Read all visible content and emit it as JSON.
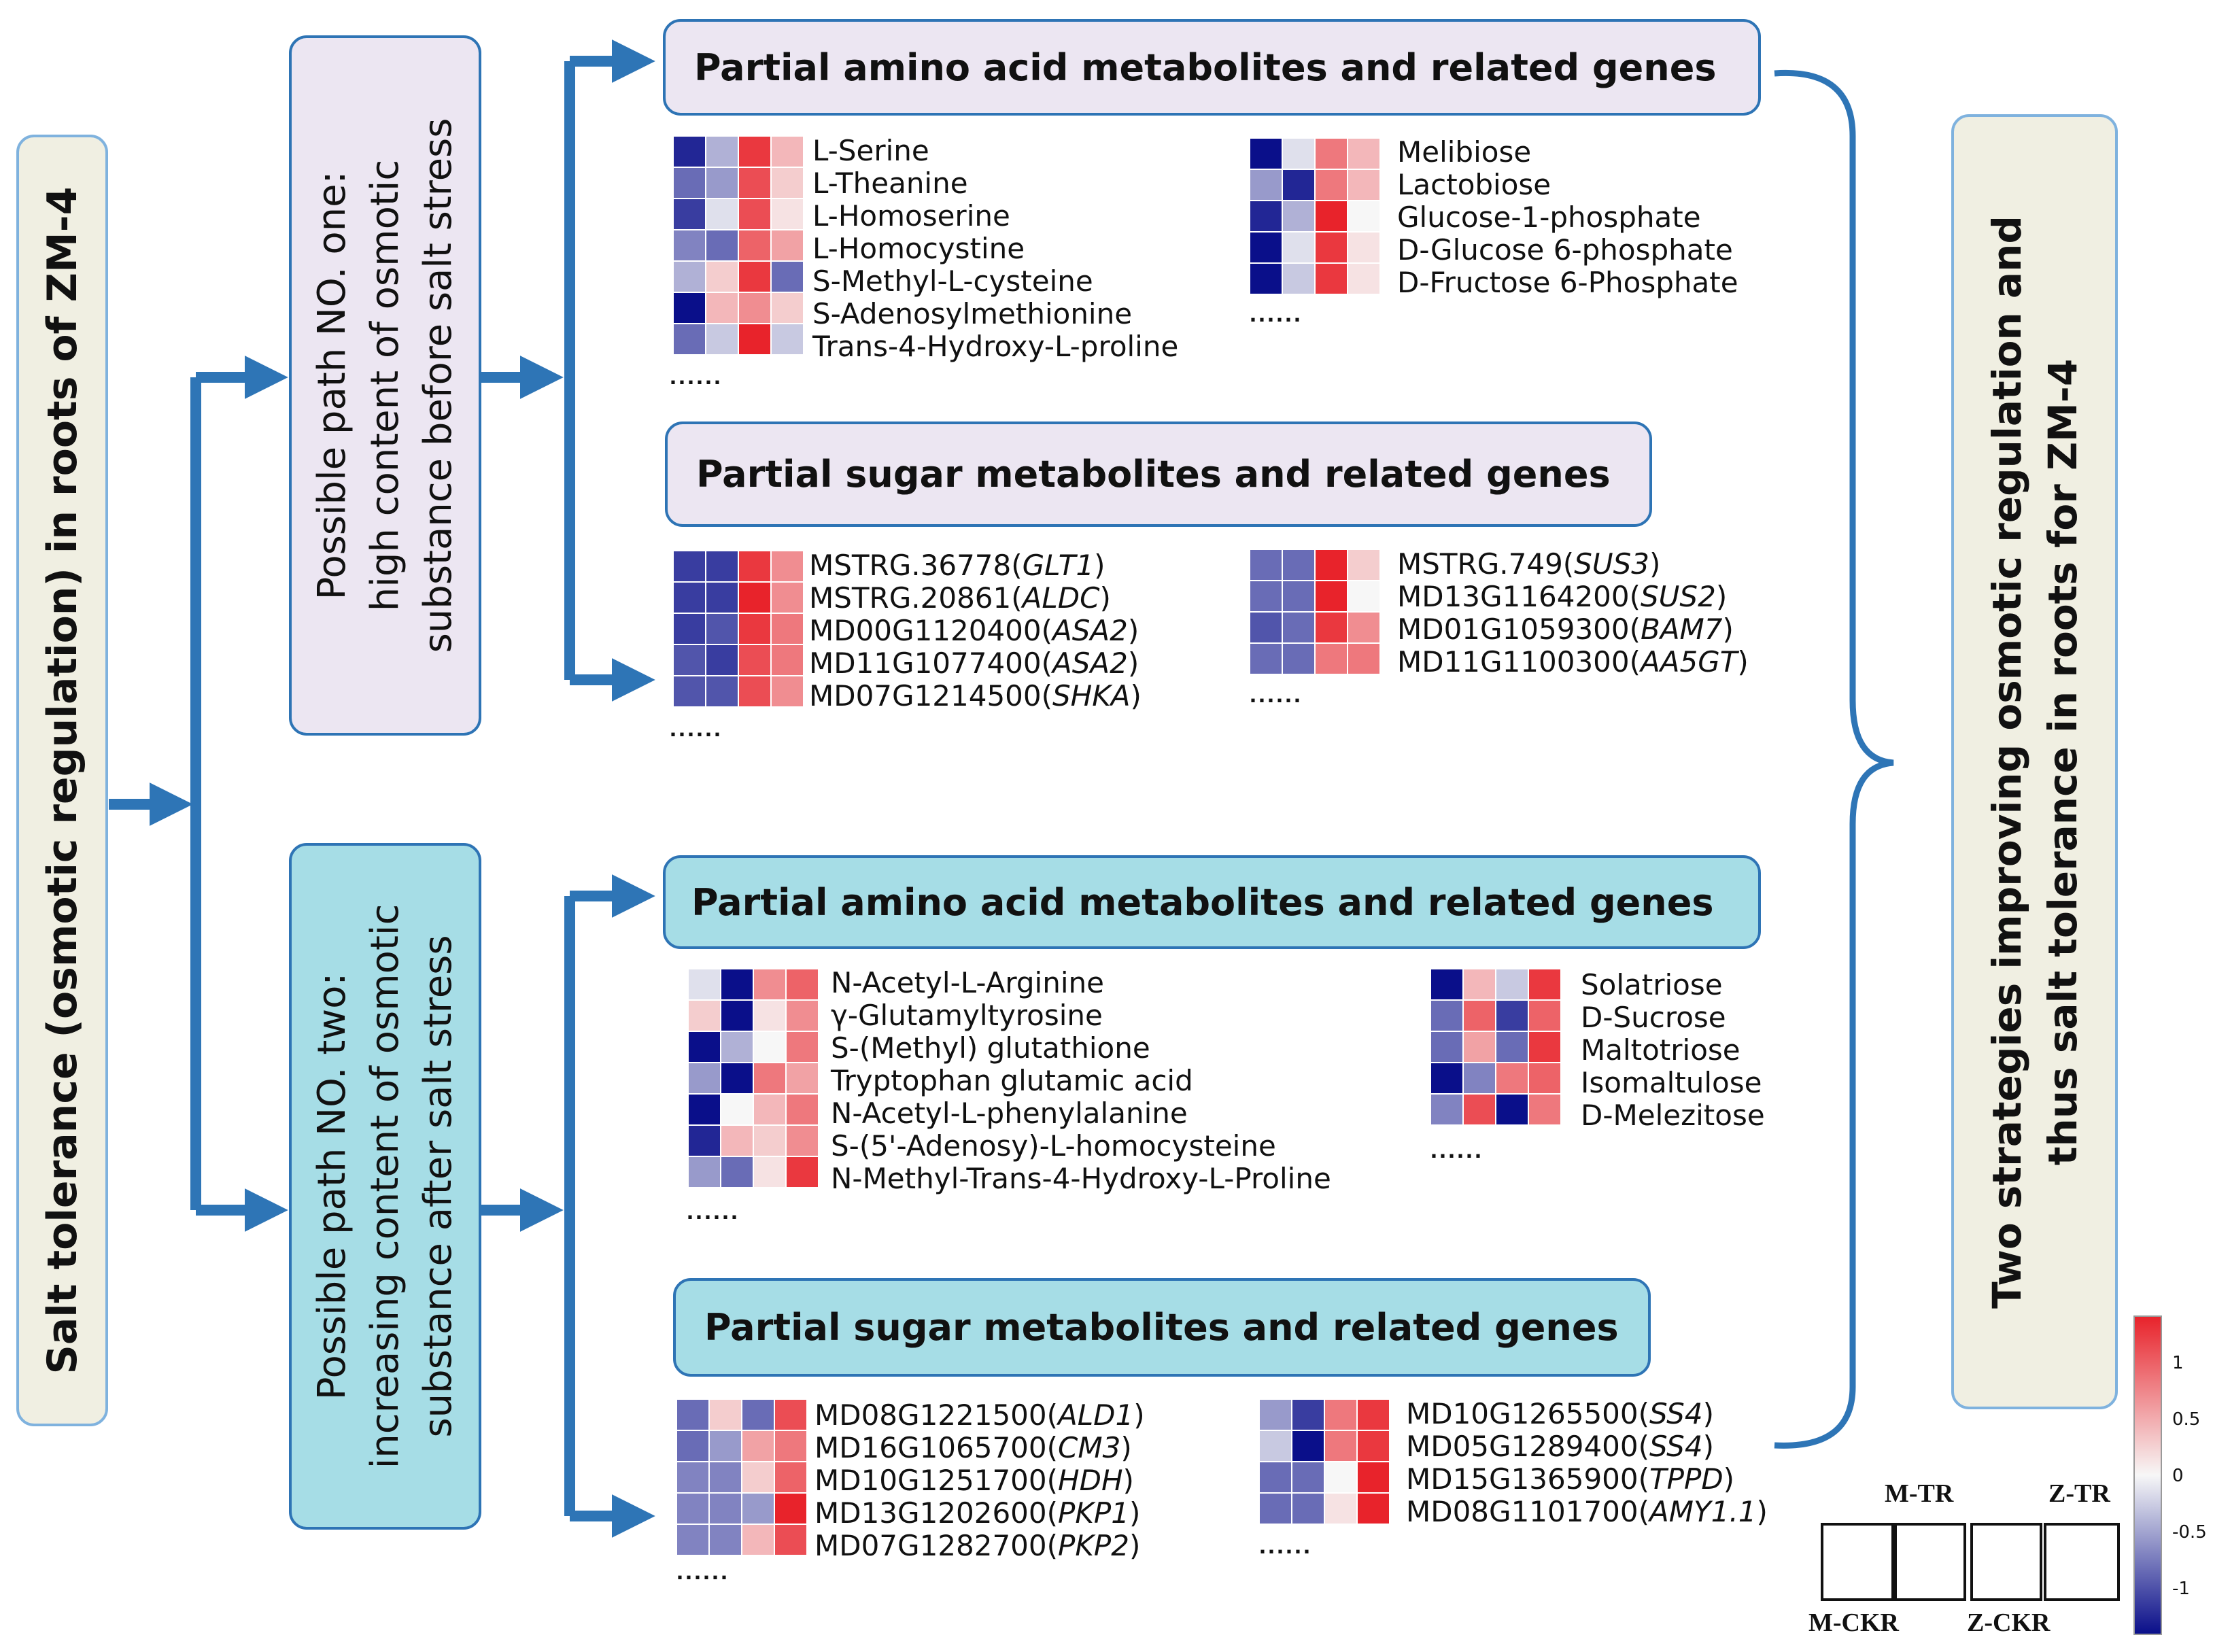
{
  "left_title": "Salt tolerance (osmotic regulation) in roots of ZM-4",
  "path_one": {
    "line1": "Possible path NO. one:",
    "line2": "high content of osmotic",
    "line3": "substance before salt stress"
  },
  "path_two": {
    "line1": "Possible path NO. two:",
    "line2": "increasing content of osmotic",
    "line3": "substance after salt stress"
  },
  "right_title": {
    "line1": "Two strategies improving osmotic regulation and",
    "line2": "thus salt tolerance in roots for ZM-4"
  },
  "sections": [
    {
      "title": "Partial amino acid metabolites and related genes",
      "style": "purple",
      "panels": [
        {
          "labels": [
            {
              "text": "L-Serine"
            },
            {
              "text": "L-Theanine"
            },
            {
              "text": "L-Homoserine"
            },
            {
              "text": "L-Homocystine"
            },
            {
              "text": "S-Methyl-L-cysteine"
            },
            {
              "text": "S-Adenosylmethionine"
            },
            {
              "text": "Trans-4-Hydroxy-L-proline"
            }
          ],
          "values": [
            [
              -0.9,
              -0.3,
              0.9,
              0.3
            ],
            [
              -0.6,
              -0.4,
              0.8,
              0.2
            ],
            [
              -0.8,
              -0.1,
              0.8,
              0.1
            ],
            [
              -0.5,
              -0.6,
              0.7,
              0.4
            ],
            [
              -0.3,
              0.2,
              0.9,
              -0.6
            ],
            [
              -1.0,
              0.3,
              0.5,
              0.2
            ],
            [
              -0.6,
              -0.2,
              1.0,
              -0.2
            ]
          ],
          "dots": "......"
        },
        {
          "labels": [
            {
              "text": "Melibiose"
            },
            {
              "text": "Lactobiose"
            },
            {
              "text": "Glucose-1-phosphate"
            },
            {
              "text": "D-Glucose 6-phosphate"
            },
            {
              "text": "D-Fructose 6-Phosphate"
            }
          ],
          "values": [
            [
              -1.0,
              -0.1,
              0.6,
              0.3
            ],
            [
              -0.4,
              -0.9,
              0.6,
              0.3
            ],
            [
              -0.9,
              -0.3,
              1.0,
              0.0
            ],
            [
              -1.0,
              -0.1,
              0.9,
              0.1
            ],
            [
              -1.0,
              -0.2,
              0.9,
              0.1
            ]
          ],
          "dots": "......"
        }
      ]
    },
    {
      "title": "Partial sugar metabolites and related genes",
      "style": "purple",
      "panels": [
        {
          "labels": [
            {
              "text": "MSTRG.36778(",
              "gene": "GLT1",
              "end": ")"
            },
            {
              "text": "MSTRG.20861(",
              "gene": "ALDC",
              "end": ")"
            },
            {
              "text": "MD00G1120400(",
              "gene": "ASA2",
              "end": ")"
            },
            {
              "text": "MD11G1077400(",
              "gene": "ASA2",
              "end": ")"
            },
            {
              "text": "MD07G1214500(",
              "gene": "SHKA",
              "end": ")"
            }
          ],
          "values": [
            [
              -0.8,
              -0.8,
              0.9,
              0.5
            ],
            [
              -0.8,
              -0.8,
              1.0,
              0.5
            ],
            [
              -0.8,
              -0.7,
              0.9,
              0.6
            ],
            [
              -0.7,
              -0.8,
              0.8,
              0.6
            ],
            [
              -0.7,
              -0.7,
              0.8,
              0.5
            ]
          ],
          "dots": "......"
        },
        {
          "labels": [
            {
              "text": "MSTRG.749(",
              "gene": "SUS3",
              "end": ")"
            },
            {
              "text": "MD13G1164200(",
              "gene": "SUS2",
              "end": ")"
            },
            {
              "text": "MD01G1059300(",
              "gene": "BAM7",
              "end": ")"
            },
            {
              "text": "MD11G1100300(",
              "gene": "AA5GT",
              "end": ")"
            }
          ],
          "values": [
            [
              -0.6,
              -0.6,
              1.0,
              0.2
            ],
            [
              -0.6,
              -0.6,
              1.0,
              0.0
            ],
            [
              -0.7,
              -0.6,
              0.9,
              0.5
            ],
            [
              -0.6,
              -0.6,
              0.6,
              0.6
            ]
          ],
          "dots": "......"
        }
      ]
    },
    {
      "title": "Partial amino acid metabolites and related genes",
      "style": "cyan",
      "panels": [
        {
          "labels": [
            {
              "text": "N-Acetyl-L-Arginine"
            },
            {
              "text": "γ-Glutamyltyrosine"
            },
            {
              "text": "S-(Methyl) glutathione"
            },
            {
              "text": "Tryptophan glutamic acid"
            },
            {
              "text": "N-Acetyl-L-phenylalanine"
            },
            {
              "text": "S-(5'-Adenosy)-L-homocysteine"
            },
            {
              "text": "N-Methyl-Trans-4-Hydroxy-L-Proline"
            }
          ],
          "values": [
            [
              -0.1,
              -1.0,
              0.5,
              0.7
            ],
            [
              0.2,
              -1.0,
              0.1,
              0.5
            ],
            [
              -1.0,
              -0.3,
              0.0,
              0.6
            ],
            [
              -0.4,
              -1.0,
              0.6,
              0.4
            ],
            [
              -1.0,
              0.0,
              0.3,
              0.6
            ],
            [
              -0.9,
              0.3,
              0.2,
              0.5
            ],
            [
              -0.4,
              -0.6,
              0.1,
              0.9
            ]
          ],
          "dots": "......"
        },
        {
          "labels": [
            {
              "text": "Solatriose"
            },
            {
              "text": "D-Sucrose"
            },
            {
              "text": "Maltotriose"
            },
            {
              "text": "Isomaltulose"
            },
            {
              "text": "D-Melezitose"
            }
          ],
          "values": [
            [
              -1.0,
              0.3,
              -0.2,
              0.9
            ],
            [
              -0.6,
              0.7,
              -0.8,
              0.7
            ],
            [
              -0.6,
              0.4,
              -0.6,
              0.9
            ],
            [
              -1.0,
              -0.5,
              0.6,
              0.7
            ],
            [
              -0.5,
              0.8,
              -1.0,
              0.6
            ]
          ],
          "dots": "......"
        }
      ]
    },
    {
      "title": "Partial sugar metabolites and related genes",
      "style": "cyan",
      "panels": [
        {
          "labels": [
            {
              "text": "MD08G1221500(",
              "gene": "ALD1",
              "end": ")"
            },
            {
              "text": "MD16G1065700(",
              "gene": "CM3",
              "end": ")"
            },
            {
              "text": "MD10G1251700(",
              "gene": "HDH",
              "end": ")"
            },
            {
              "text": "MD13G1202600(",
              "gene": "PKP1",
              "end": ")"
            },
            {
              "text": "MD07G1282700(",
              "gene": "PKP2",
              "end": ")"
            }
          ],
          "values": [
            [
              -0.6,
              0.2,
              -0.6,
              0.8
            ],
            [
              -0.6,
              -0.4,
              0.4,
              0.6
            ],
            [
              -0.5,
              -0.5,
              0.2,
              0.7
            ],
            [
              -0.5,
              -0.5,
              -0.4,
              1.0
            ],
            [
              -0.5,
              -0.5,
              0.3,
              0.8
            ]
          ],
          "dots": "......"
        },
        {
          "labels": [
            {
              "text": "MD10G1265500(",
              "gene": "SS4",
              "end": ")"
            },
            {
              "text": "MD05G1289400(",
              "gene": "SS4",
              "end": ")"
            },
            {
              "text": "MD15G1365900(",
              "gene": "TPPD",
              "end": ")"
            },
            {
              "text": "MD08G1101700(",
              "gene": "AMY1.1",
              "end": ")"
            }
          ],
          "values": [
            [
              -0.4,
              -0.8,
              0.6,
              0.9
            ],
            [
              -0.2,
              -1.0,
              0.6,
              0.9
            ],
            [
              -0.6,
              -0.6,
              0.0,
              1.0
            ],
            [
              -0.6,
              -0.6,
              0.1,
              1.0
            ]
          ],
          "dots": "......"
        }
      ]
    }
  ],
  "colorbar": {
    "ticks": [
      "1",
      "0.5",
      "0",
      "-0.5",
      "-1"
    ],
    "min": -1,
    "max": 1
  },
  "legend": {
    "top_left": "M-TR",
    "top_right": "Z-TR",
    "bottom_left": "M-CKR",
    "bottom_right": "Z-CKR"
  },
  "colors": {
    "arrow": "#2e75b6",
    "box_border": "#2e74b5",
    "purple_fill": "#ece6f2",
    "cyan_fill": "#a6dde6",
    "beige_fill": "#f0efe2",
    "hm_low": "#0a0f8a",
    "hm_mid": "#f7f7f7",
    "hm_high": "#e8232b"
  }
}
